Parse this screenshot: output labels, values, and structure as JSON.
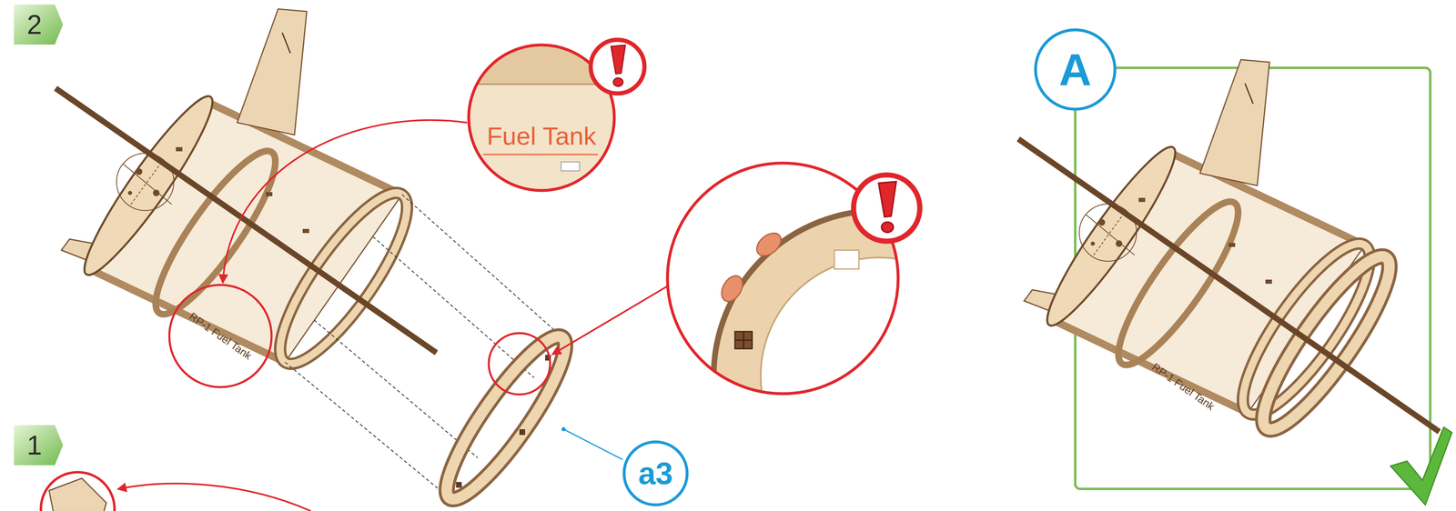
{
  "diagram": {
    "nodes": [
      {
        "text": [
          "2"
        ]
      },
      {
        "text": [
          "Fuel Tank"
        ]
      },
      {
        "text": [
          "a3"
        ]
      },
      {
        "text": [
          "A"
        ]
      },
      {
        "text": [
          "1"
        ]
      }
    ],
    "labels": [
      "RP-1 Fuel Tank",
      "RP-1 Fuel Tank"
    ]
  }
}
